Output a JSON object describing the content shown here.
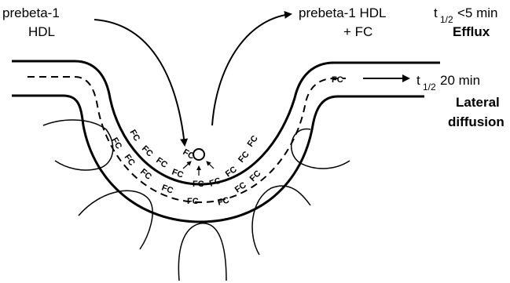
{
  "labels": {
    "input_top": "prebeta-1",
    "input_bottom": "HDL",
    "output_top": "prebeta-1 HDL",
    "output_bottom": "+ FC",
    "efflux_t": "t",
    "efflux_sub": "1/2",
    "efflux_time": "<5 min",
    "efflux_word": "Efflux",
    "diff_t": "t",
    "diff_sub": "1/2",
    "diff_time": "20 min",
    "diff_word1": "Lateral",
    "diff_word2": "diffusion",
    "fc_arrow_label": "FC"
  },
  "fc_labels": [
    "FC",
    "FC",
    "FC",
    "FC",
    "FC",
    "FC",
    "FC",
    "FC",
    "FC",
    "FC",
    "FC",
    "FC",
    "FC",
    "FC",
    "FC",
    "FC",
    "FC",
    "FC"
  ]
}
